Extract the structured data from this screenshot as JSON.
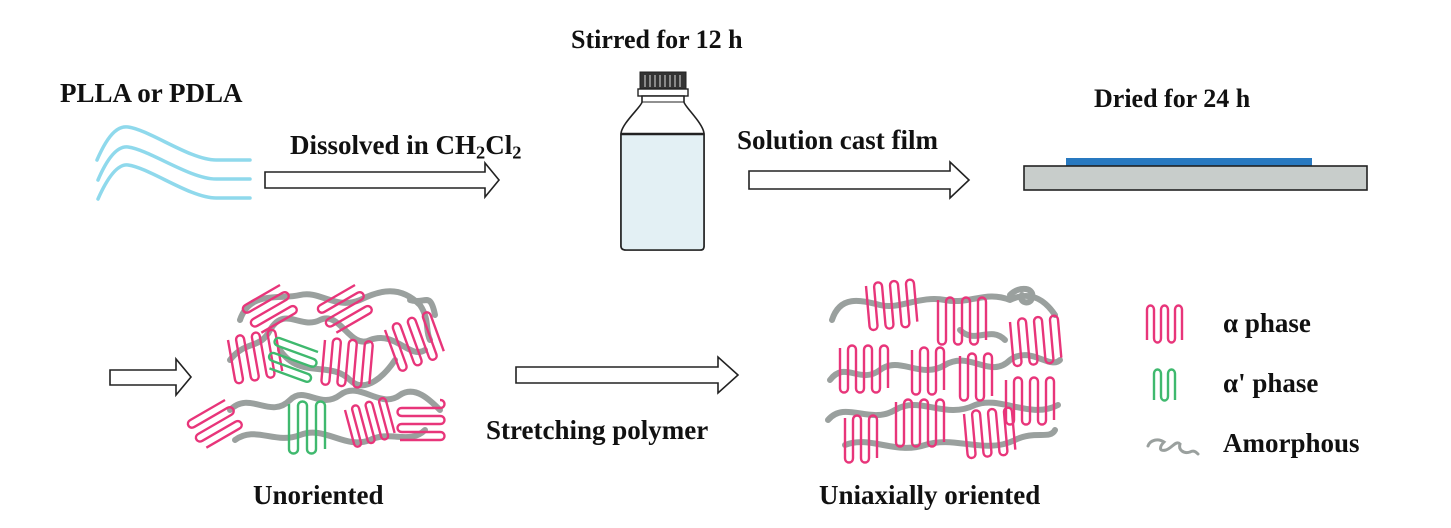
{
  "diagram": {
    "title": "Preparation of PLLA/PDLA films and crystal orientation by stretching",
    "top_row": {
      "start_label": "PLLA or PDLA",
      "step1": {
        "label_main": "Dissolved in CH",
        "sub1": "2",
        "label_mid": "Cl",
        "sub2": "2"
      },
      "bottle_label": "Stirred for 12 h",
      "step2": {
        "label": "Solution cast film"
      },
      "film_label": "Dried for 24 h"
    },
    "bottom_row": {
      "unoriented_label": "Unoriented",
      "stretch_label": "Stretching polymer",
      "oriented_label": "Uniaxially oriented"
    },
    "legend": [
      {
        "key": "alpha",
        "label": "α phase",
        "color": "#e8357a",
        "icon": "pink-folded-chain-icon"
      },
      {
        "key": "alpha_prime",
        "label": "α' phase",
        "color": "#3fb96e",
        "icon": "green-folded-chain-icon"
      },
      {
        "key": "amorphous",
        "label": "Amorphous",
        "color": "#9aa09e",
        "icon": "gray-coil-icon"
      }
    ],
    "colors": {
      "polymer_lines": "#8fd9ec",
      "solution": "#e3f0f4",
      "film": "#2879c0",
      "substrate": "#c8cdcb",
      "alpha": "#e8357a",
      "alpha_prime": "#3fb96e",
      "amorphous": "#9aa09e"
    }
  }
}
